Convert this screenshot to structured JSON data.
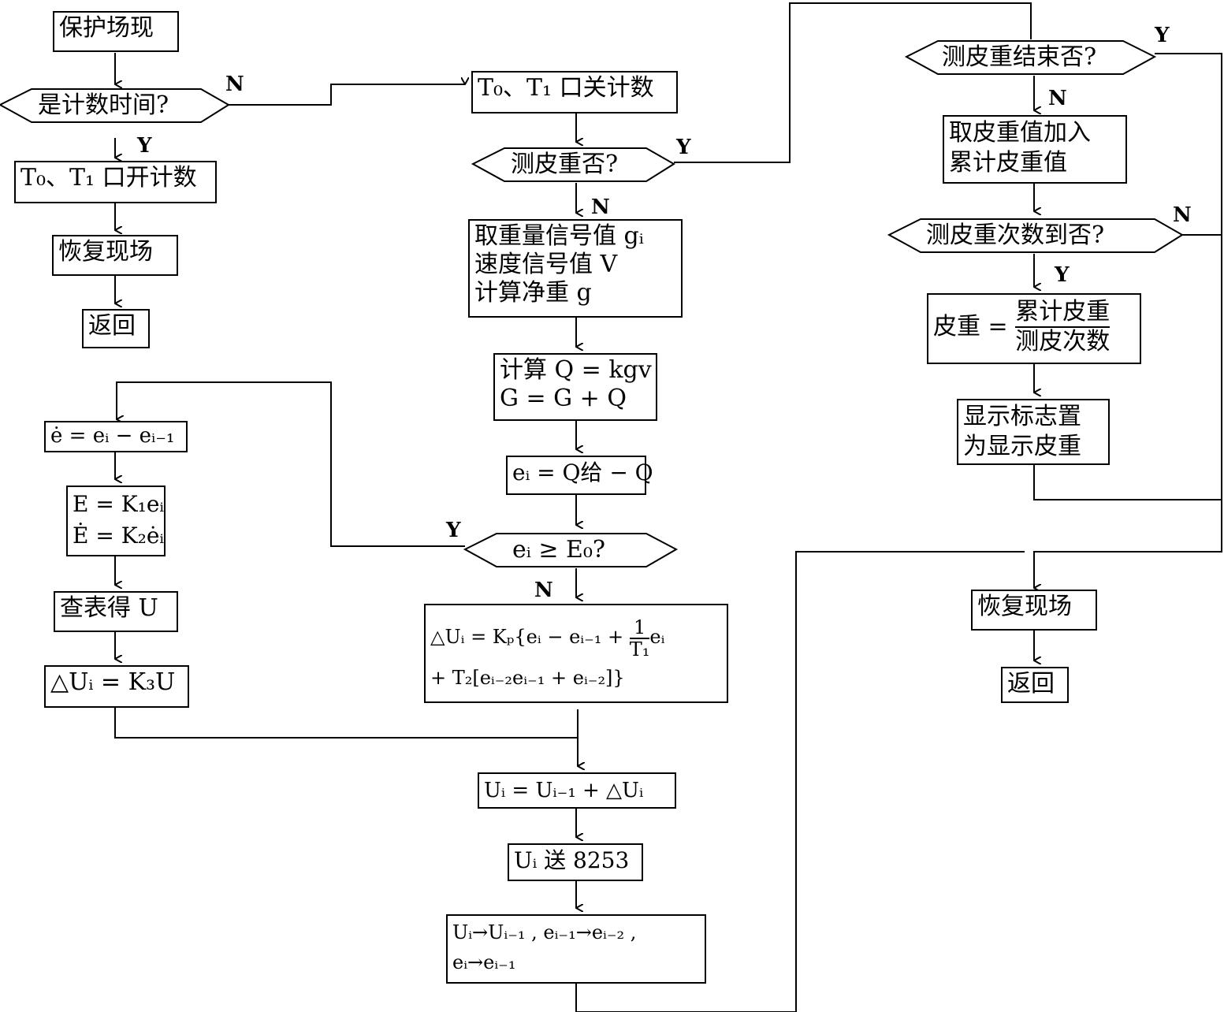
{
  "left": {
    "protect": "保护场现",
    "is_count_time": "是计数时间?",
    "open_count": "T₀、T₁ 口开计数",
    "restore": "恢复现场",
    "ret": "返回",
    "edot": "ė = eᵢ − eᵢ₋₁",
    "E1": "E = K₁eᵢ",
    "E2": "Ė = K₂ėᵢ",
    "lookup": "查表得 U",
    "dU3": "△Uᵢ = K₃U"
  },
  "middle": {
    "close_count": "T₀、T₁ 口关计数",
    "measure_tare": "测皮重否?",
    "signals": [
      "取重量信号值 gᵢ",
      "速度信号值 V",
      "计算净重 g"
    ],
    "calc": [
      "计算 Q = kgv",
      "G = G + Q"
    ],
    "ei": "eᵢ = Q给 − Q",
    "cond": "eᵢ ≥ E₀?",
    "pid1a": "△Uᵢ = Kₚ{eᵢ − eᵢ₋₁ + ",
    "pid_num": "1",
    "pid_den": "T₁",
    "pid1b": "eᵢ",
    "pid2": "+ T₂[eᵢ₋₂eᵢ₋₁ + eᵢ₋₂]}",
    "ui": "Uᵢ = Uᵢ₋₁ + △Uᵢ",
    "send": "Uᵢ 送 8253",
    "shift1": "Uᵢ→Uᵢ₋₁ , eᵢ₋₁→eᵢ₋₂ ,",
    "shift2": "eᵢ→eᵢ₋₁"
  },
  "right": {
    "tare_done": "测皮重结束否?",
    "add_tare": [
      "取皮重值加入",
      "累计皮重值"
    ],
    "tare_count": "测皮重次数到否?",
    "tare_eq": "皮重 =",
    "tare_num": "累计皮重",
    "tare_den": "测皮次数",
    "disp_flag": [
      "显示标志置",
      "为显示皮重"
    ],
    "restore": "恢复现场",
    "ret": "返回"
  },
  "labels": {
    "Y": "Y",
    "N": "N"
  }
}
